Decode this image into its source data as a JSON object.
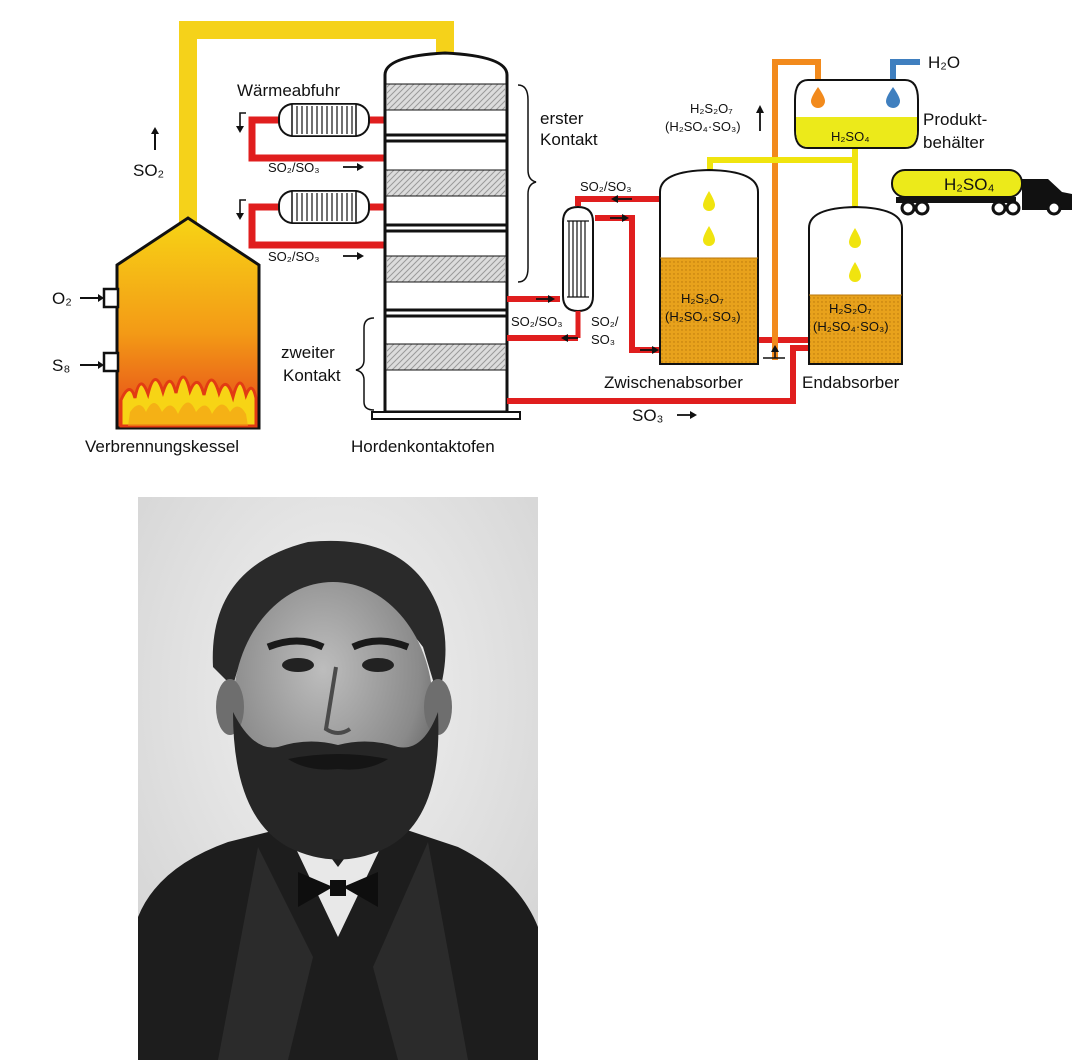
{
  "labels": {
    "o2": "O₂",
    "s8": "S₈",
    "so2_up": "SO₂",
    "boiler": "Verbrennungskessel",
    "heat_removal": "Wärmeabfuhr",
    "so2so3_1": "SO₂/SO₃",
    "so2so3_2": "SO₂/SO₃",
    "first_contact_1": "erster",
    "first_contact_2": "Kontakt",
    "second_contact_1": "zweiter",
    "second_contact_2": "Kontakt",
    "tower": "Hordenkontaktofen",
    "so2so3_top": "SO₂/SO₃",
    "so2so3_left": "SO₂/SO₃",
    "so2_split_1": "SO₂/",
    "so2_split_2": "SO₃",
    "so3_bottom": "SO₃",
    "oleum_1": "H₂S₂O₇",
    "oleum_2": "(H₂SO₄·SO₃)",
    "oleum_up_1": "H₂S₂O₇",
    "oleum_up_2": "(H₂SO₄·SO₃)",
    "oleum_end_1": "H₂S₂O₇",
    "oleum_end_2": "(H₂SO₄·SO₃)",
    "inter_absorber": "Zwischenabsorber",
    "end_absorber": "Endabsorber",
    "h2o": "H₂O",
    "product_acid": "H₂SO₄",
    "product_tank_1": "Produkt-",
    "product_tank_2": "behälter",
    "truck_label": "H₂SO₄"
  },
  "colors": {
    "so2_pipe": "#f5d21a",
    "gas_pipe": "#e01e1e",
    "acid_pipe": "#f0e40f",
    "oleum_pipe": "#f28a1c",
    "water_pipe": "#3f7fbf",
    "oleum_fill": "#e8a21c",
    "acid_fill": "#ecea1a",
    "steel": "#111111"
  },
  "portrait": {
    "description_icon": "portrait-photo"
  }
}
